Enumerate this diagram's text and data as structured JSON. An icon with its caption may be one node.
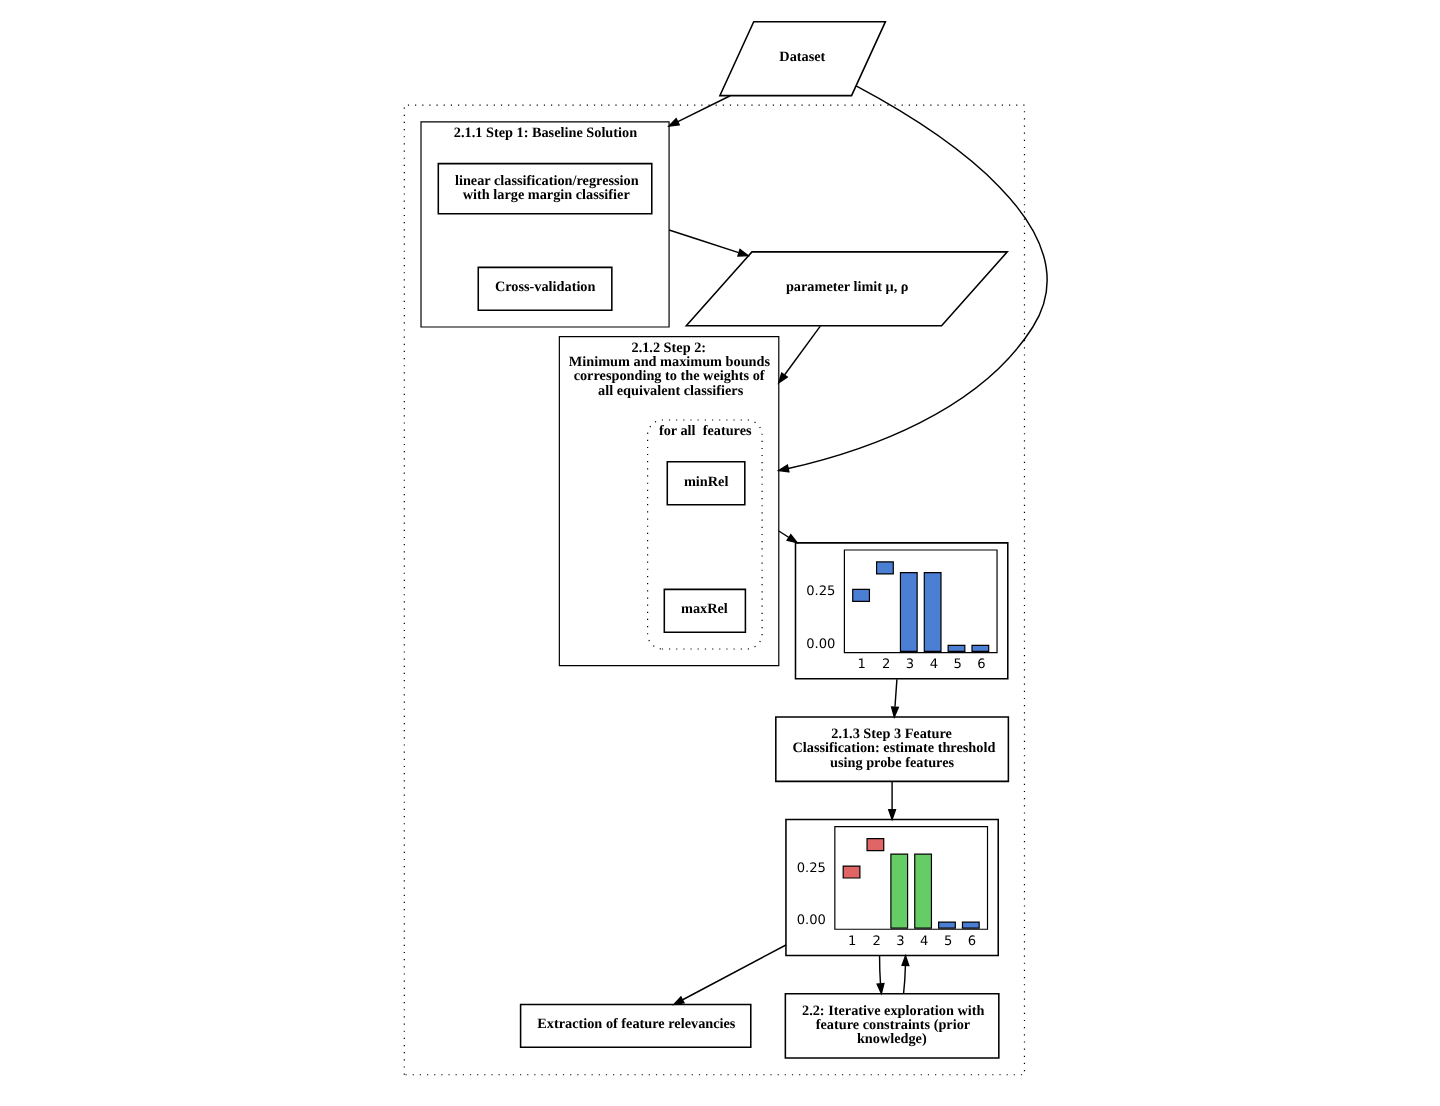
{
  "diagram": {
    "nodes": [
      {
        "text": [],
        "shape": "box"
      },
      {
        "text": [
          "2.1.1 Step 1: Baseline Solution"
        ],
        "in": 0
      },
      {
        "text": [
          "linear classification/regression with large margin classifier"
        ],
        "in": 1
      },
      {
        "text": [
          "Cross-validation"
        ],
        "in": 1
      },
      {
        "text": [
          "parameter limit μ, ρ"
        ],
        "in": 0
      },
      {
        "text": [
          "2.1.2 Step 2:",
          "Minimum and maximum bounds corresponding to the weights of all equivalent classifiers"
        ],
        "in": 0
      },
      {
        "text": [
          "for all  features"
        ],
        "in": 5
      },
      {
        "text": [
          "minRel"
        ],
        "in": 6
      },
      {
        "text": [
          "maxRel"
        ],
        "in": 6
      },
      {
        "text": [
          "0.25",
          "0.00",
          "1",
          "2",
          "3",
          "4",
          "5",
          "6"
        ],
        "in": 0
      },
      {
        "text": [
          "2.1.3 Step 3 Feature Classification: estimate threshold using probe features"
        ],
        "in": 0
      },
      {
        "text": [
          "0.25",
          "0.00",
          "1",
          "2",
          "3",
          "4",
          "5",
          "6"
        ],
        "in": 0
      },
      {
        "text": [
          "Extraction of feature relevancies"
        ],
        "in": 0
      },
      {
        "text": [
          "2.2: Iterative exploration with feature constraints (prior knowledge)"
        ],
        "in": 0
      },
      {
        "text": [
          "Dataset"
        ]
      }
    ],
    "edges": [
      {
        "from": 14,
        "to": 1,
        "arrow": "to"
      },
      {
        "from": 14,
        "to": 5,
        "arrow": "to"
      },
      {
        "from": 1,
        "to": 4,
        "arrow": "to"
      },
      {
        "from": 4,
        "to": 5,
        "arrow": "to"
      },
      {
        "from": 5,
        "to": 9,
        "arrow": "to"
      },
      {
        "from": 9,
        "to": 10,
        "arrow": "to"
      },
      {
        "from": 10,
        "to": 11,
        "arrow": "to"
      },
      {
        "from": 11,
        "to": 12,
        "arrow": "to"
      },
      {
        "from": 11,
        "to": 13,
        "arrow": "to"
      },
      {
        "from": 13,
        "to": 11,
        "arrow": "to"
      }
    ]
  }
}
